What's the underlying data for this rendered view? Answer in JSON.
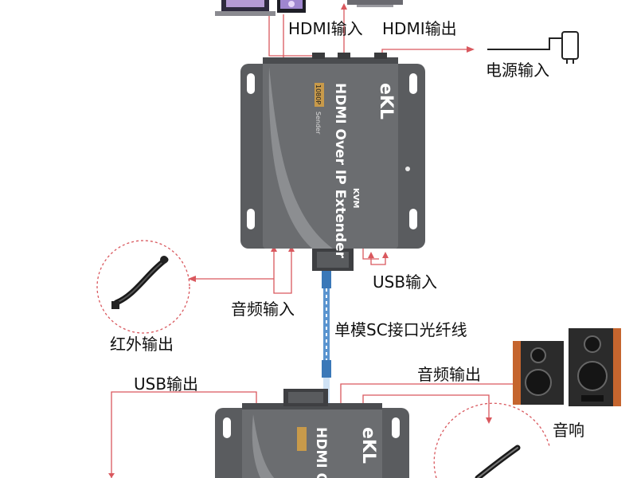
{
  "labels": {
    "hdmi_in": "HDMI输入",
    "hdmi_out": "HDMI输出",
    "power_in": "电源输入",
    "usb_in": "USB输入",
    "audio_in": "音频输入",
    "ir_out": "红外输出",
    "fiber": "单模SC接口光纤线",
    "usb_out": "USB输出",
    "audio_out": "音频输出",
    "speaker": "音响"
  },
  "device_top": {
    "title": "HDMI Over IP Extender",
    "subtitle": "KVM",
    "badge": "Sender",
    "resolution": "1080P",
    "brand": "eKL"
  },
  "device_bottom": {
    "title": "HDMI O",
    "brand": "eKL"
  },
  "colors": {
    "line": "#d9585e",
    "device": "#6b6d70",
    "device_dark": "#4a4c4f",
    "fiber": "#3a78b8"
  }
}
